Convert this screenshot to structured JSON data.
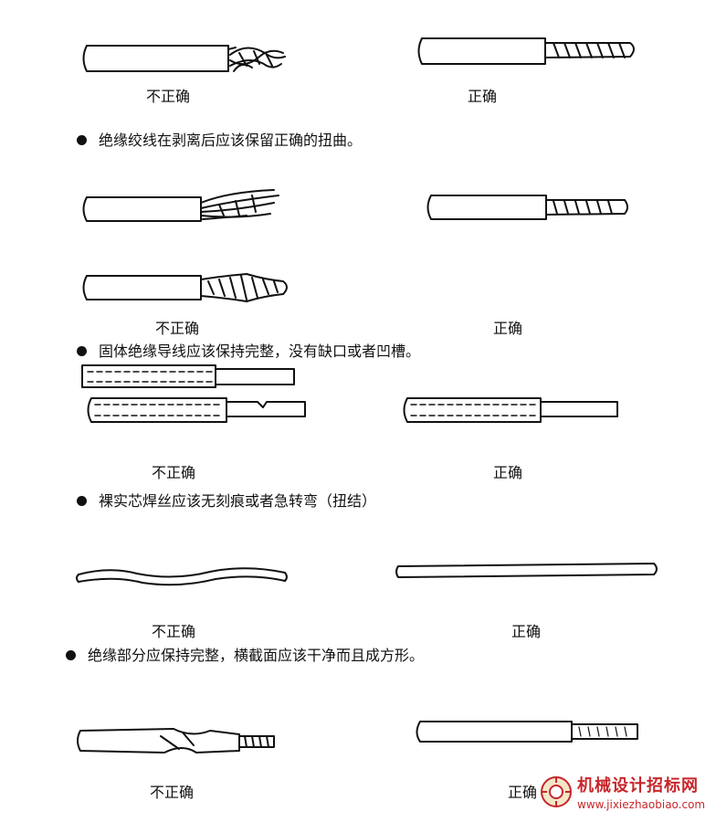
{
  "labels": {
    "wrong": "不正确",
    "right": "正确"
  },
  "sections": [
    {
      "text": "绝缘绞线在剥离后应该保留正确的扭曲。"
    },
    {
      "text": "固体绝缘导线应该保持完整，没有缺口或者凹槽。"
    },
    {
      "text": "裸实芯焊丝应该无刻痕或者急转弯（扭结）"
    },
    {
      "text": "绝缘部分应保持完整，横截面应该干净而且成方形。"
    }
  ],
  "watermark": {
    "name": "机械设计招标网",
    "url": "www.jixiezhaobiao.com",
    "logo_icon": "wm-logo-icon"
  },
  "colors": {
    "ink": "#111111",
    "watermark": "#c8262b"
  }
}
